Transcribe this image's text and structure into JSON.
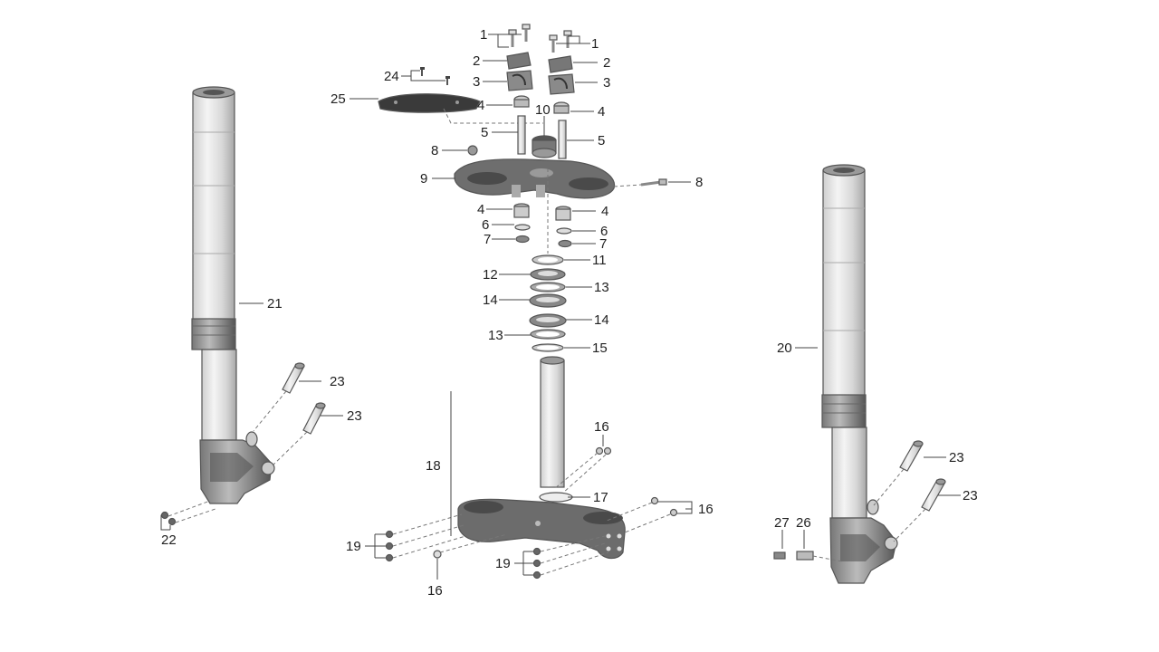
{
  "callouts": [
    {
      "id": "l1a",
      "text": "1"
    },
    {
      "id": "l1b",
      "text": "1"
    },
    {
      "id": "l2a",
      "text": "2"
    },
    {
      "id": "l2b",
      "text": "2"
    },
    {
      "id": "l3a",
      "text": "3"
    },
    {
      "id": "l3b",
      "text": "3"
    },
    {
      "id": "l4a",
      "text": "4"
    },
    {
      "id": "l4b",
      "text": "4"
    },
    {
      "id": "l4c",
      "text": "4"
    },
    {
      "id": "l4d",
      "text": "4"
    },
    {
      "id": "l5a",
      "text": "5"
    },
    {
      "id": "l5b",
      "text": "5"
    },
    {
      "id": "l6a",
      "text": "6"
    },
    {
      "id": "l6b",
      "text": "6"
    },
    {
      "id": "l7a",
      "text": "7"
    },
    {
      "id": "l7b",
      "text": "7"
    },
    {
      "id": "l8a",
      "text": "8"
    },
    {
      "id": "l8b",
      "text": "8"
    },
    {
      "id": "l9",
      "text": "9"
    },
    {
      "id": "l10",
      "text": "10"
    },
    {
      "id": "l11",
      "text": "11"
    },
    {
      "id": "l12",
      "text": "12"
    },
    {
      "id": "l13a",
      "text": "13"
    },
    {
      "id": "l13b",
      "text": "13"
    },
    {
      "id": "l14a",
      "text": "14"
    },
    {
      "id": "l14b",
      "text": "14"
    },
    {
      "id": "l15",
      "text": "15"
    },
    {
      "id": "l16a",
      "text": "16"
    },
    {
      "id": "l16b",
      "text": "16"
    },
    {
      "id": "l16c",
      "text": "16"
    },
    {
      "id": "l17",
      "text": "17"
    },
    {
      "id": "l18",
      "text": "18"
    },
    {
      "id": "l19a",
      "text": "19"
    },
    {
      "id": "l19b",
      "text": "19"
    },
    {
      "id": "l20",
      "text": "20"
    },
    {
      "id": "l21",
      "text": "21"
    },
    {
      "id": "l22",
      "text": "22"
    },
    {
      "id": "l23a",
      "text": "23"
    },
    {
      "id": "l23b",
      "text": "23"
    },
    {
      "id": "l23c",
      "text": "23"
    },
    {
      "id": "l23d",
      "text": "23"
    },
    {
      "id": "l24",
      "text": "24"
    },
    {
      "id": "l25",
      "text": "25"
    },
    {
      "id": "l26",
      "text": "26"
    },
    {
      "id": "l27",
      "text": "27"
    }
  ]
}
